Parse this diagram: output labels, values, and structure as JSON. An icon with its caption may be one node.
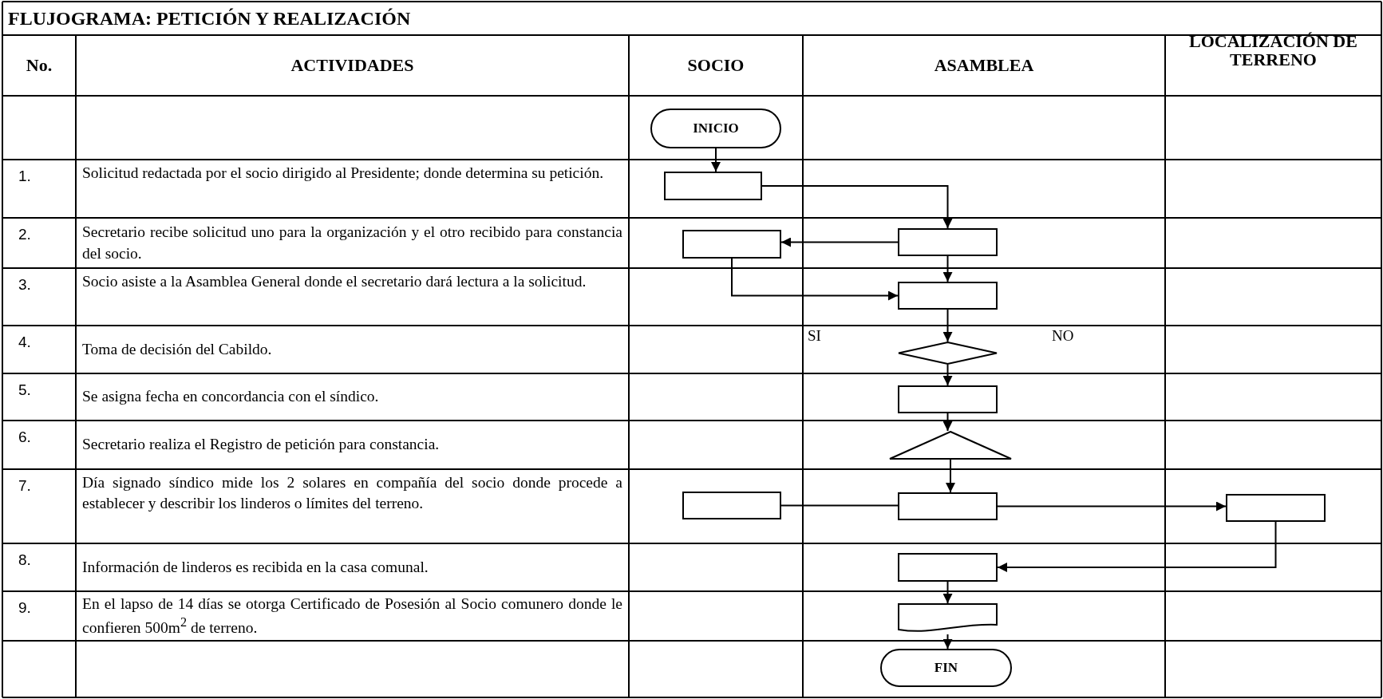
{
  "diagram": {
    "title": "FLUJOGRAMA: PETICIÓN Y REALIZACIÓN",
    "nodes": [
      {
        "text": [
          "INICIO"
        ]
      },
      {
        "text": [],
        "shape": "box"
      },
      {
        "text": [],
        "shape": "box"
      },
      {
        "text": [],
        "shape": "box"
      },
      {
        "text": [],
        "shape": "box"
      },
      {
        "text": [],
        "shape": "diamond"
      },
      {
        "text": [],
        "shape": "box"
      },
      {
        "text": [],
        "shape": "triangle"
      },
      {
        "text": [],
        "shape": "box"
      },
      {
        "text": [],
        "shape": "box"
      },
      {
        "text": [],
        "shape": "box"
      },
      {
        "text": [],
        "shape": "box"
      },
      {
        "text": [],
        "shape": "document"
      },
      {
        "text": [
          "FIN"
        ]
      }
    ],
    "edges": [
      {
        "from": 0,
        "to": 1,
        "arrow": "to"
      },
      {
        "from": 1,
        "to": 3,
        "arrow": "to"
      },
      {
        "from": 3,
        "to": 2,
        "arrow": "to"
      },
      {
        "from": 2,
        "to": 4,
        "arrow": "to"
      },
      {
        "from": 3,
        "to": 4,
        "arrow": "to"
      },
      {
        "from": 4,
        "to": 5,
        "arrow": "to"
      },
      {
        "from": 5,
        "to": 6,
        "arrow": "to"
      },
      {
        "from": 6,
        "to": 7,
        "arrow": "to"
      },
      {
        "from": 7,
        "to": 9,
        "arrow": "to"
      },
      {
        "from": 8,
        "to": 9,
        "arrow": "none"
      },
      {
        "from": 9,
        "to": 10,
        "arrow": "to"
      },
      {
        "from": 10,
        "to": 11,
        "arrow": "to"
      },
      {
        "from": 11,
        "to": 12,
        "arrow": "to"
      },
      {
        "from": 12,
        "to": 13,
        "arrow": "to"
      }
    ],
    "labels": [
      "No.",
      "ACTIVIDADES",
      "SOCIO",
      "ASAMBLEA",
      "LOCALIZACIÓN DE TERRENO",
      "1.",
      "Solicitud redactada por el socio dirigido al Presidente; donde determina su petición.",
      "2.",
      "Secretario recibe solicitud uno para la organización y el otro recibido para constancia del socio.",
      "3.",
      "Socio asiste a la Asamblea General donde el secretario dará lectura a la solicitud.",
      "4.",
      "Toma de decisión del Cabildo.",
      "SI",
      "NO",
      "5.",
      "Se asigna fecha  en concordancia con el síndico.",
      "6.",
      "Secretario realiza el Registro de petición para constancia.",
      "7.",
      "Día signado síndico mide los 2 solares en compañía del socio donde procede a establecer y describir los linderos o límites del terreno.",
      "8.",
      "Información de linderos es recibida en la casa comunal.",
      "9.",
      "En el lapso de 14 días se otorga Certificado de Posesión al Socio comunero donde le confieren 500m$^{2}$ de terreno."
    ]
  }
}
